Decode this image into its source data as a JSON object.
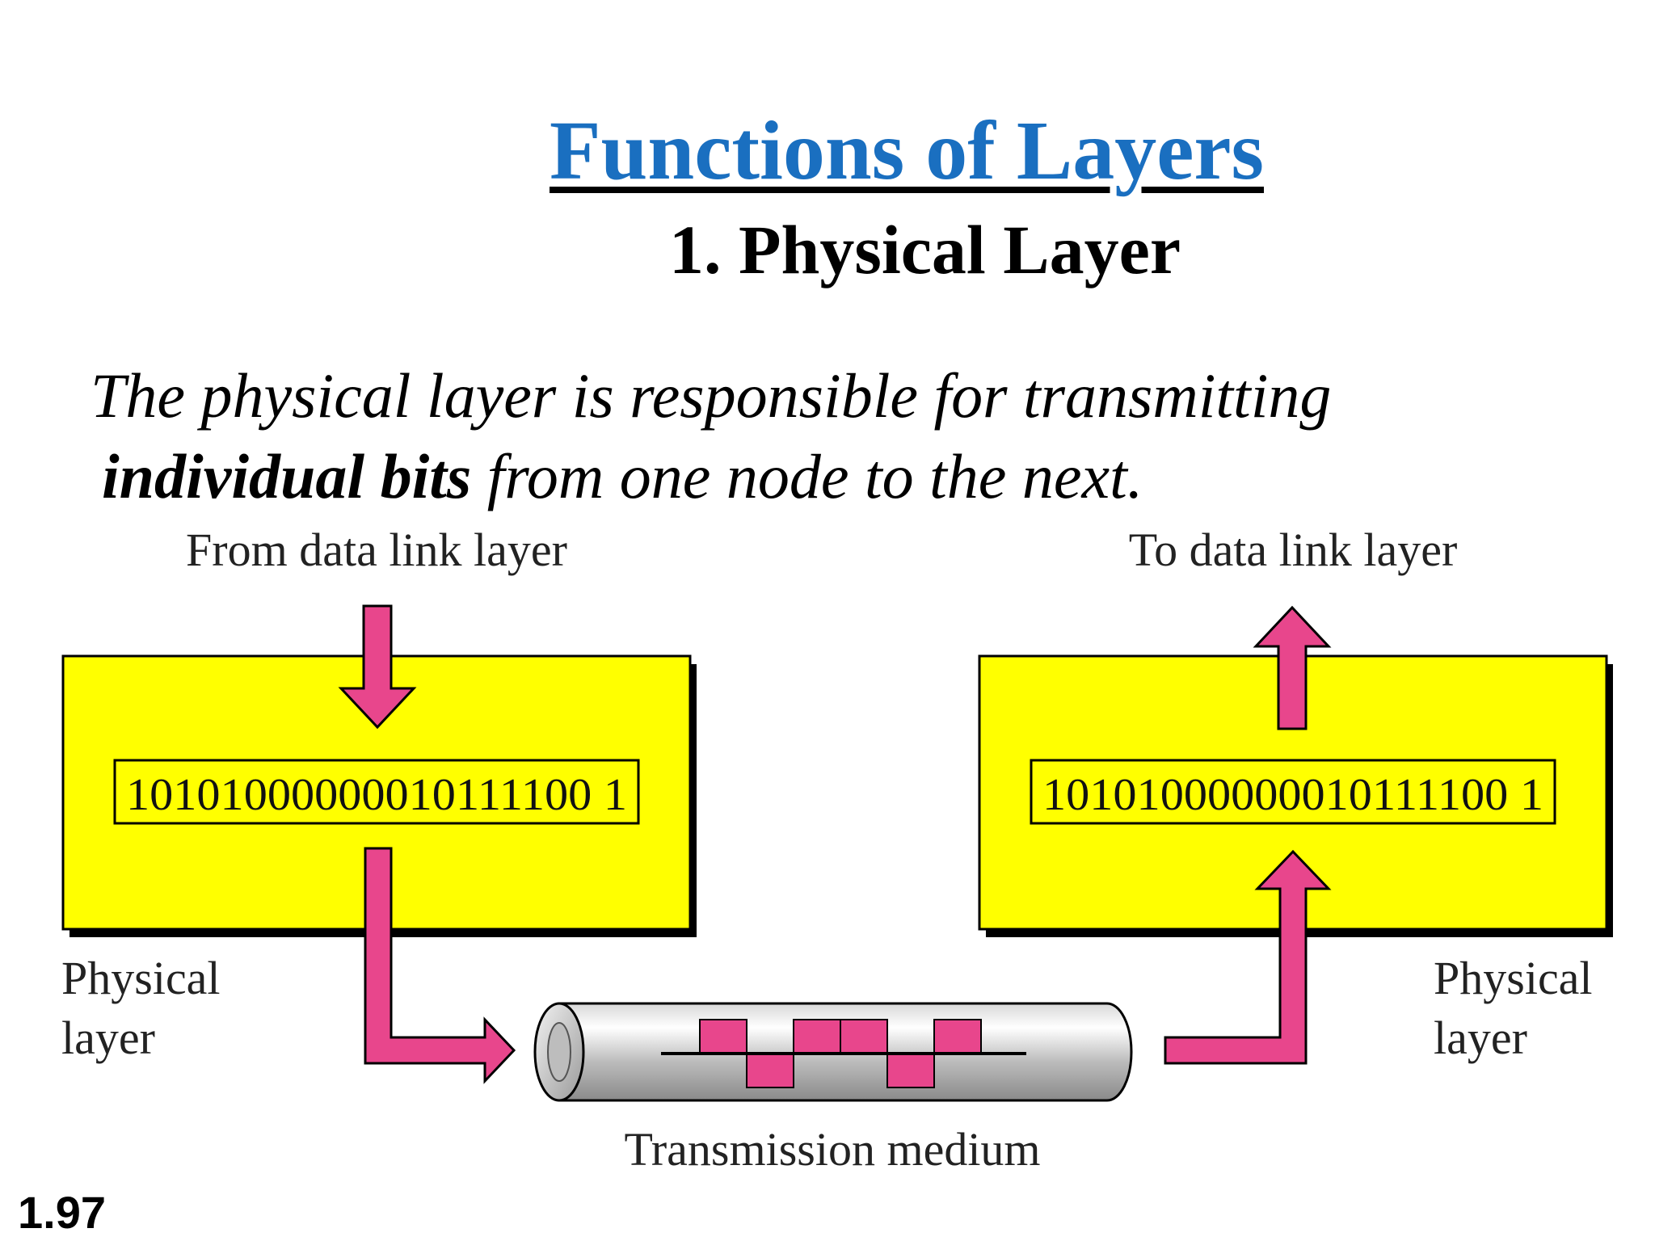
{
  "slide": {
    "title": "Functions of Layers",
    "subtitle": "1. Physical Layer",
    "description": {
      "part1": "The physical layer is  responsible for  transmitting",
      "bold": "individual bits",
      "part2": " from  one node to the next."
    },
    "slide_number": "1.97"
  },
  "diagram": {
    "from_label": "From data link layer",
    "to_label": "To data link layer",
    "left_bits": "10101000000010111100 1",
    "right_bits": "10101000000010111100 1",
    "left_layer_label": [
      "Physical",
      "layer"
    ],
    "right_layer_label": [
      "Physical",
      "layer"
    ],
    "medium_label": "Transmission medium",
    "colors": {
      "layer_box": "#ffff00",
      "arrow": "#e8468c",
      "signal": "#e8468c",
      "title": "#1a6fc0"
    }
  }
}
